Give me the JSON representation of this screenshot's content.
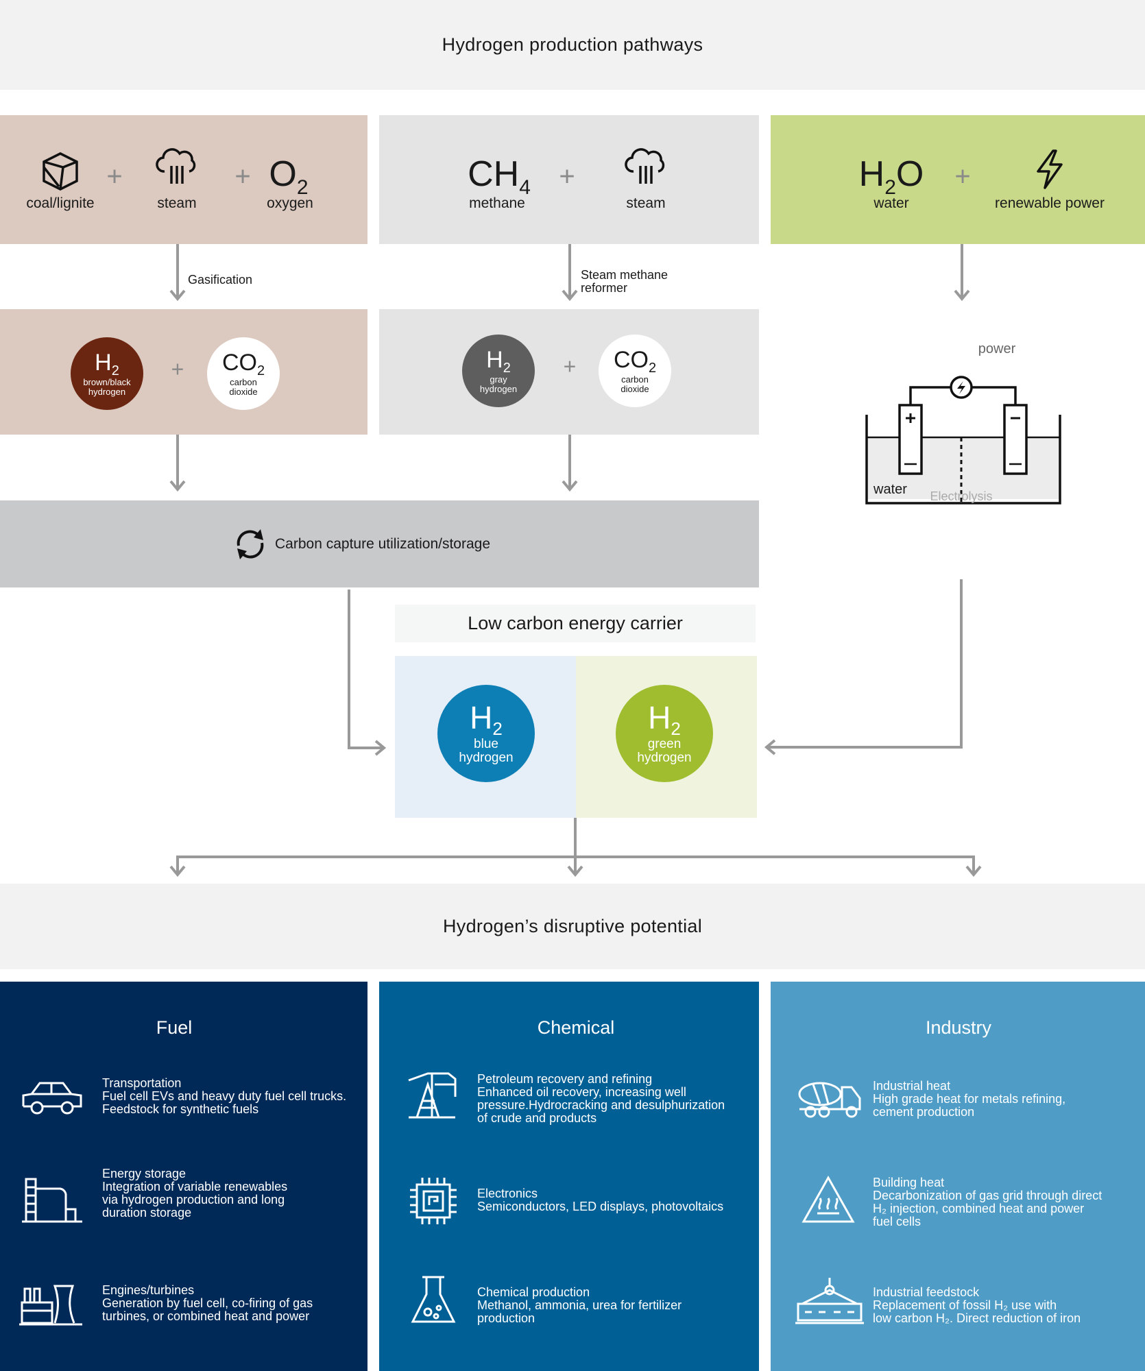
{
  "top": {
    "title": "Hydrogen production pathways"
  },
  "coal_row": {
    "coal_label": "coal/lignite",
    "steam_label": "steam",
    "oxygen_formula": "O",
    "oxygen_sub": "2",
    "oxygen_label": "oxygen",
    "arrow_label": "Gasification",
    "h2_formula": "H",
    "h2_sub": "2",
    "h2_line1": "brown/black",
    "h2_line2": "hydrogen",
    "co2_formula": "CO",
    "co2_sub": "2",
    "co2_line1": "carbon",
    "co2_line2": "dioxide"
  },
  "methane_row": {
    "formula": "CH",
    "formula_sub": "4",
    "methane_label": "methane",
    "steam_label": "steam",
    "arrow_label_1": "Steam methane",
    "arrow_label_2": "reformer",
    "h2_formula": "H",
    "h2_sub": "2",
    "h2_line1": "gray",
    "h2_line2": "hydrogen",
    "co2_formula": "CO",
    "co2_sub": "2",
    "co2_line1": "carbon",
    "co2_line2": "dioxide"
  },
  "water_row": {
    "formula_h": "H",
    "formula_sub": "2",
    "formula_o": "O",
    "water_label": "water",
    "power_label": "renewable power",
    "electrolysis_power": "power",
    "electrolysis_water": "water",
    "electrolysis_label": "Electrolysis"
  },
  "ccus": {
    "label": "Carbon capture utilization/storage"
  },
  "carrier": {
    "title": "Low carbon energy carrier",
    "blue": {
      "formula": "H",
      "sub": "2",
      "line1": "blue",
      "line2": "hydrogen"
    },
    "green": {
      "formula": "H",
      "sub": "2",
      "line1": "green",
      "line2": "hydrogen"
    }
  },
  "potential": {
    "title": "Hydrogen’s disruptive potential"
  },
  "panels": [
    {
      "title": "Fuel",
      "items": [
        {
          "icon": "car-icon",
          "heading": "Transportation",
          "lines": [
            "Fuel cell EVs and heavy duty fuel cell trucks.",
            "Feedstock for synthetic fuels"
          ]
        },
        {
          "icon": "storage-tank-icon",
          "heading": "Energy storage",
          "lines": [
            "Integration of variable renewables",
            "via hydrogen production and long",
            "duration storage"
          ]
        },
        {
          "icon": "power-plant-icon",
          "heading": "Engines/turbines",
          "lines": [
            "Generation by fuel cell, co-firing of gas",
            "turbines, or combined heat and power"
          ]
        }
      ]
    },
    {
      "title": "Chemical",
      "items": [
        {
          "icon": "oil-pump-icon",
          "heading": "Petroleum recovery and refining",
          "lines": [
            "Enhanced oil recovery, increasing well",
            "pressure.Hydrocracking and desulphurization",
            "of crude and products"
          ]
        },
        {
          "icon": "chip-icon",
          "heading": "Electronics",
          "lines": [
            "Semiconductors, LED displays, photovoltaics"
          ]
        },
        {
          "icon": "flask-icon",
          "heading": "Chemical production",
          "lines": [
            "Methanol, ammonia, urea for fertilizer",
            "production"
          ]
        }
      ]
    },
    {
      "title": "Industry",
      "items": [
        {
          "icon": "mixer-truck-icon",
          "heading": "Industrial heat",
          "lines": [
            "High grade heat for metals refining,",
            "cement production"
          ]
        },
        {
          "icon": "heat-warning-icon",
          "heading": "Building heat",
          "lines": [
            "Decarbonization of gas grid through direct",
            "H₂ injection, combined heat and power",
            "fuel cells"
          ]
        },
        {
          "icon": "crane-icon",
          "heading": "Industrial feedstock",
          "lines": [
            "Replacement of fossil H₂ use with",
            "low carbon H₂. Direct reduction of iron"
          ]
        }
      ]
    }
  ],
  "colors": {
    "coal_bg": "#dcc9bf",
    "methane_bg": "#e4e4e4",
    "water_bg": "#c9d98a",
    "ccus_bg": "#c8c9cb",
    "brown": "#6b2611",
    "gray": "#5e5e5e",
    "blue": "#0d7fb5",
    "green": "#9fbd2f",
    "blue_bg": "#e6eef7",
    "green_bg": "#f0f4df",
    "fuel_bg": "#002957",
    "chemical_bg": "#005f95",
    "industry_bg": "#4f9dc7",
    "arrow": "#999999"
  }
}
